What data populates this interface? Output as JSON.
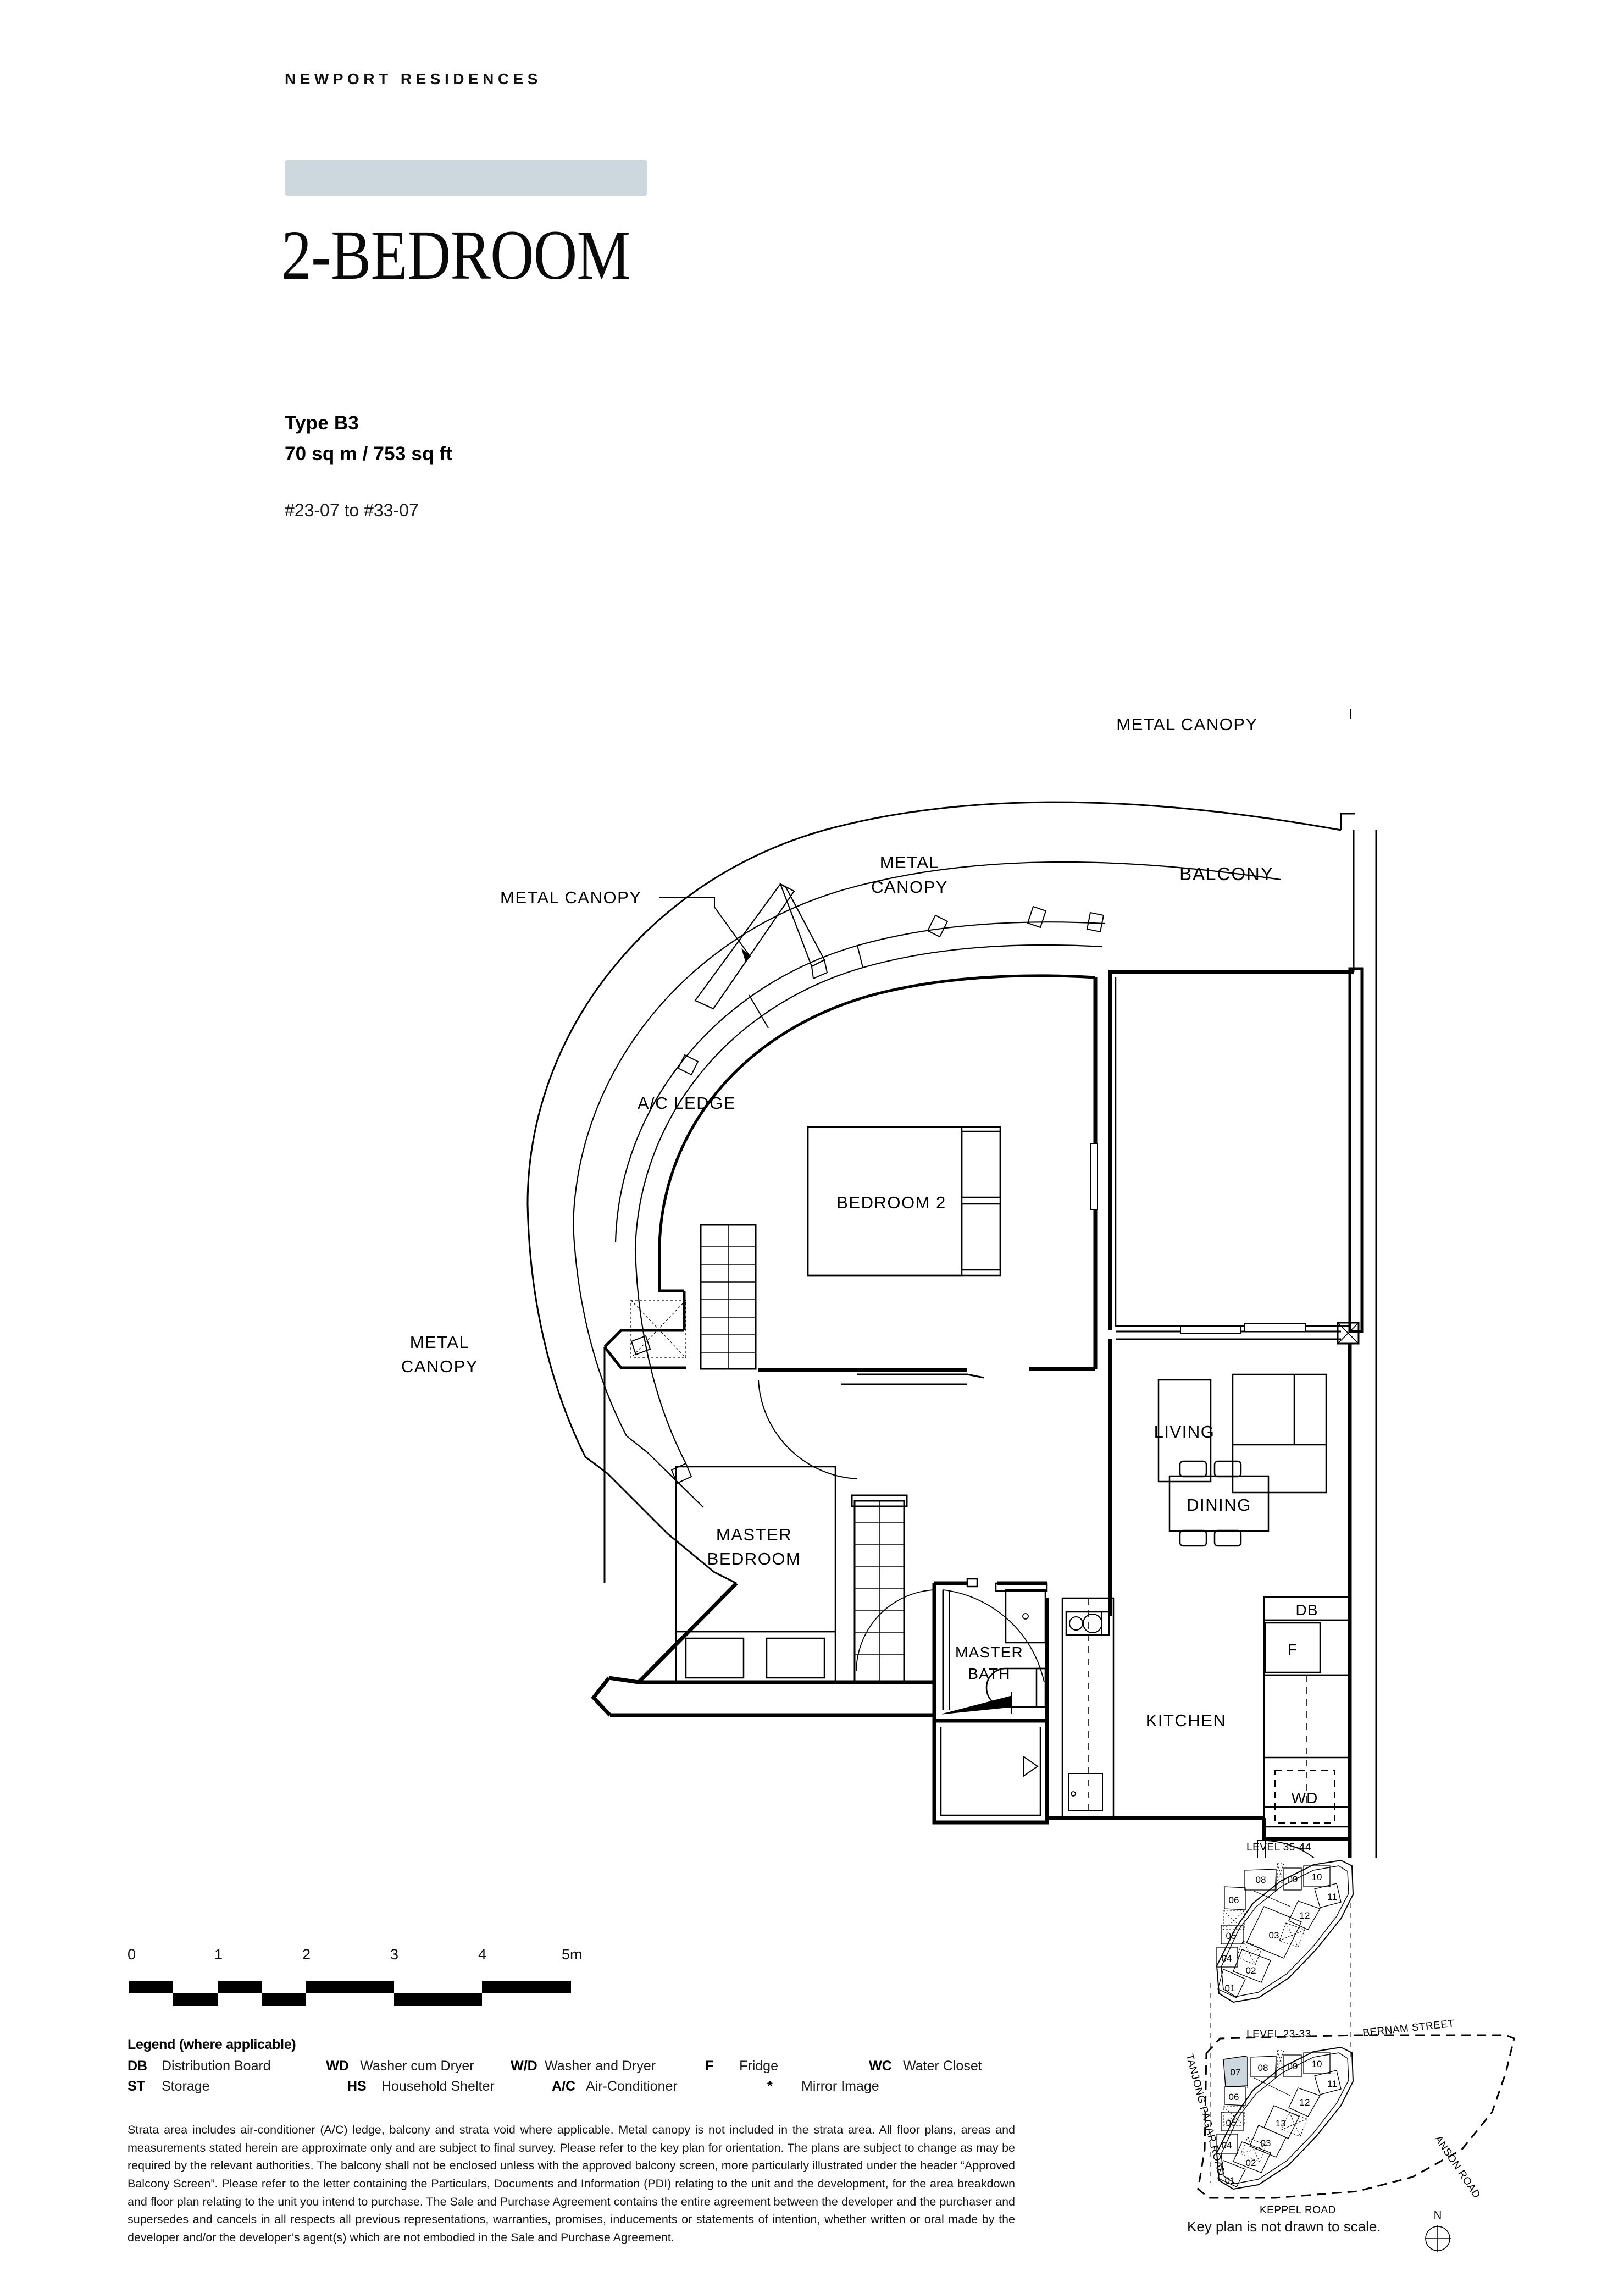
{
  "header": {
    "brand": "NEWPORT RESIDENCES",
    "title": "2-BEDROOM",
    "type": "Type B3",
    "area": "70 sq m / 753 sq ft",
    "unit_range": "#23-07 to #33-07",
    "accent_color": "#ccd7de"
  },
  "floorplan": {
    "rooms": [
      {
        "id": "balcony",
        "label": "BALCONY"
      },
      {
        "id": "living",
        "label": "LIVING"
      },
      {
        "id": "dining",
        "label": "DINING"
      },
      {
        "id": "kitchen",
        "label": "KITCHEN"
      },
      {
        "id": "bedroom2",
        "label": "BEDROOM 2"
      },
      {
        "id": "master_bedroom",
        "label": "MASTER\nBEDROOM"
      },
      {
        "id": "master_bath",
        "label": "MASTER\nBATH"
      }
    ],
    "master_bedroom_line1": "MASTER",
    "master_bedroom_line2": "BEDROOM",
    "master_bath_line1": "MASTER",
    "master_bath_line2": "BATH",
    "annotations": [
      {
        "id": "metal_canopy_top_right",
        "label": "METAL CANOPY"
      },
      {
        "id": "metal_canopy_top_mid_l1",
        "label": "METAL"
      },
      {
        "id": "metal_canopy_top_mid_l2",
        "label": "CANOPY"
      },
      {
        "id": "metal_canopy_left",
        "label": "METAL CANOPY"
      },
      {
        "id": "metal_canopy_lower_l1",
        "label": "METAL"
      },
      {
        "id": "metal_canopy_lower_l2",
        "label": "CANOPY"
      },
      {
        "id": "ac_ledge",
        "label": "A/C LEDGE"
      }
    ],
    "fixtures": [
      {
        "id": "db",
        "label": "DB"
      },
      {
        "id": "fridge",
        "label": "F"
      },
      {
        "id": "washer_dryer",
        "label": "WD"
      }
    ]
  },
  "scalebar": {
    "ticks": [
      "0",
      "1",
      "2",
      "3",
      "4",
      "5m"
    ],
    "unit": "m"
  },
  "legend": {
    "title": "Legend (where applicable)",
    "rows": [
      [
        {
          "abbr": "DB",
          "desc": "Distribution Board"
        },
        {
          "abbr": "WD",
          "desc": "Washer cum Dryer"
        },
        {
          "abbr": "W/D",
          "desc": "Washer and Dryer"
        },
        {
          "abbr": "F",
          "desc": "Fridge"
        },
        {
          "abbr": "WC",
          "desc": "Water Closet"
        }
      ],
      [
        {
          "abbr": "ST",
          "desc": "Storage"
        },
        {
          "abbr": "HS",
          "desc": "Household Shelter"
        },
        {
          "abbr": "A/C",
          "desc": "Air-Conditioner"
        },
        {
          "abbr": "*",
          "desc": "Mirror Image"
        }
      ]
    ]
  },
  "disclaimer": {
    "text": "Strata area includes air-conditioner (A/C) ledge, balcony and strata void where applicable. Metal canopy is not included in the strata area. All floor plans, areas and measurements stated herein are approximate only and are subject to final survey. Please refer to the key plan for orientation. The plans are subject to change as may be required by the relevant authorities. The balcony shall not be enclosed unless with the approved balcony screen, more particularly illustrated under the header “Approved Balcony Screen”. Please refer to the letter containing the Particulars, Documents and Information (PDI) relating to the unit and the development, for the area breakdown and floor plan relating to the unit you intend to purchase. The Sale and Purchase Agreement contains the entire agreement between the developer and the purchaser and supersedes and cancels in all respects all previous representations, warranties, promises, inducements or statements of intention, whether written or oral made by the developer and/or the developer’s agent(s) which are not embodied in the Sale and Purchase Agreement."
  },
  "keyplan": {
    "note": "Key plan is not drawn to scale.",
    "north_label": "N",
    "upper": {
      "level_label": "LEVEL  35-44",
      "units": [
        "08",
        "09",
        "10",
        "11",
        "12",
        "06",
        "05",
        "04",
        "03",
        "02",
        "01"
      ]
    },
    "lower": {
      "level_label": "LEVEL  23-33",
      "units": [
        "07",
        "08",
        "09",
        "10",
        "11",
        "12",
        "13",
        "06",
        "05",
        "04",
        "03",
        "02",
        "01"
      ],
      "highlighted_unit": "07",
      "highlight_color": "#ccd7de"
    },
    "roads": [
      {
        "id": "bernam-street",
        "label": "BERNAM STREET"
      },
      {
        "id": "anson-road",
        "label": "ANSON ROAD"
      },
      {
        "id": "keppel-road",
        "label": "KEPPEL ROAD"
      },
      {
        "id": "tanjong-pagar-road",
        "label": "TANJONG PAGAR ROAD"
      }
    ]
  }
}
